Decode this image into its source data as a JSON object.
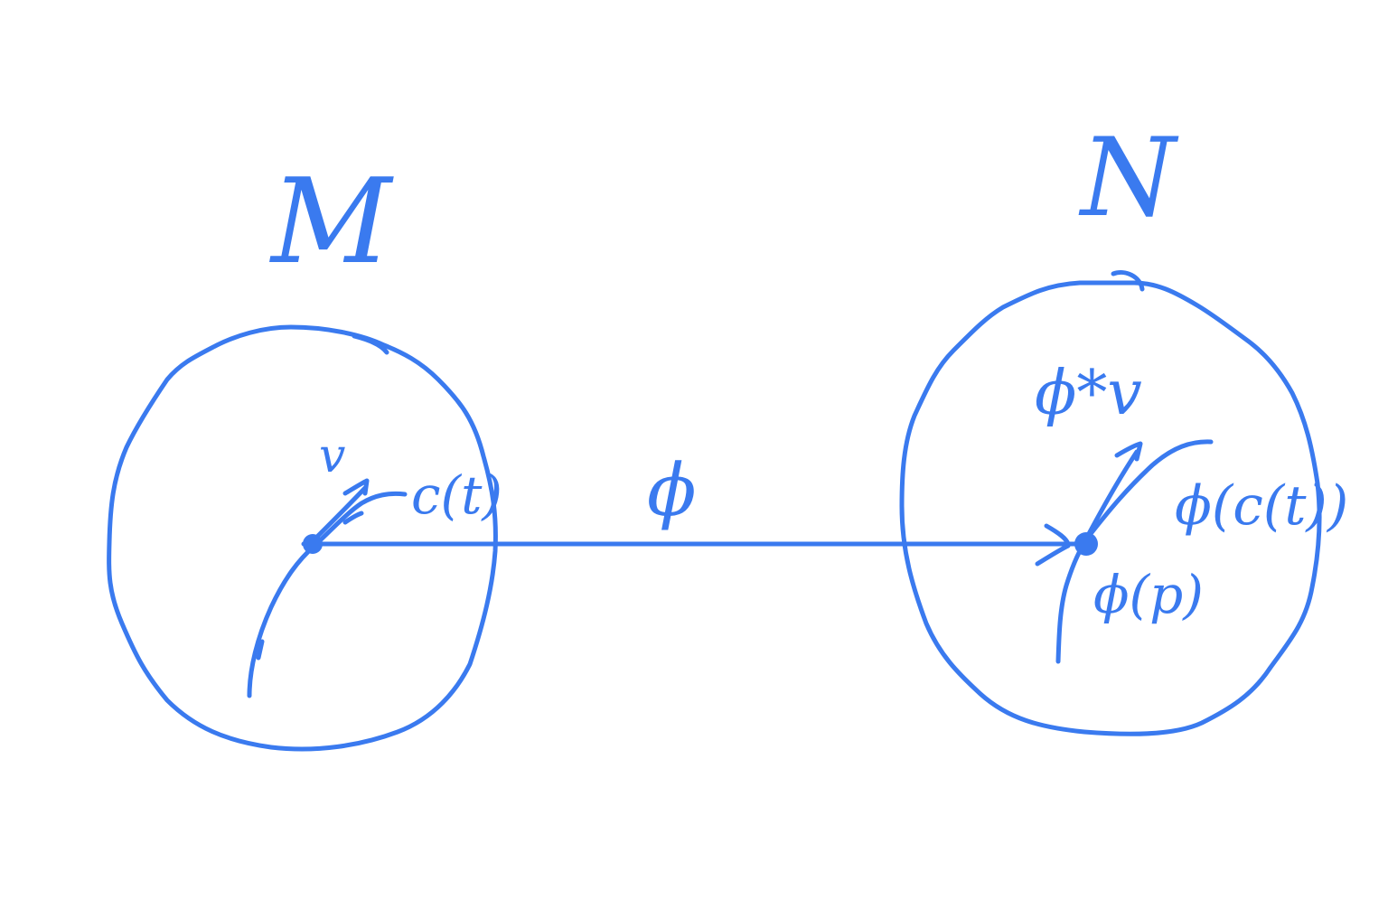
{
  "colors": {
    "ink": "#3a7aef",
    "background": "#ffffff"
  },
  "labels": {
    "manifold_m": "M",
    "manifold_n": "N",
    "map": "ϕ",
    "vector_v": "v",
    "curve_c": "c(t)",
    "pushforward": "ϕ*v",
    "image_curve": "ϕ(c(t))",
    "image_point": "ϕ(p)"
  }
}
